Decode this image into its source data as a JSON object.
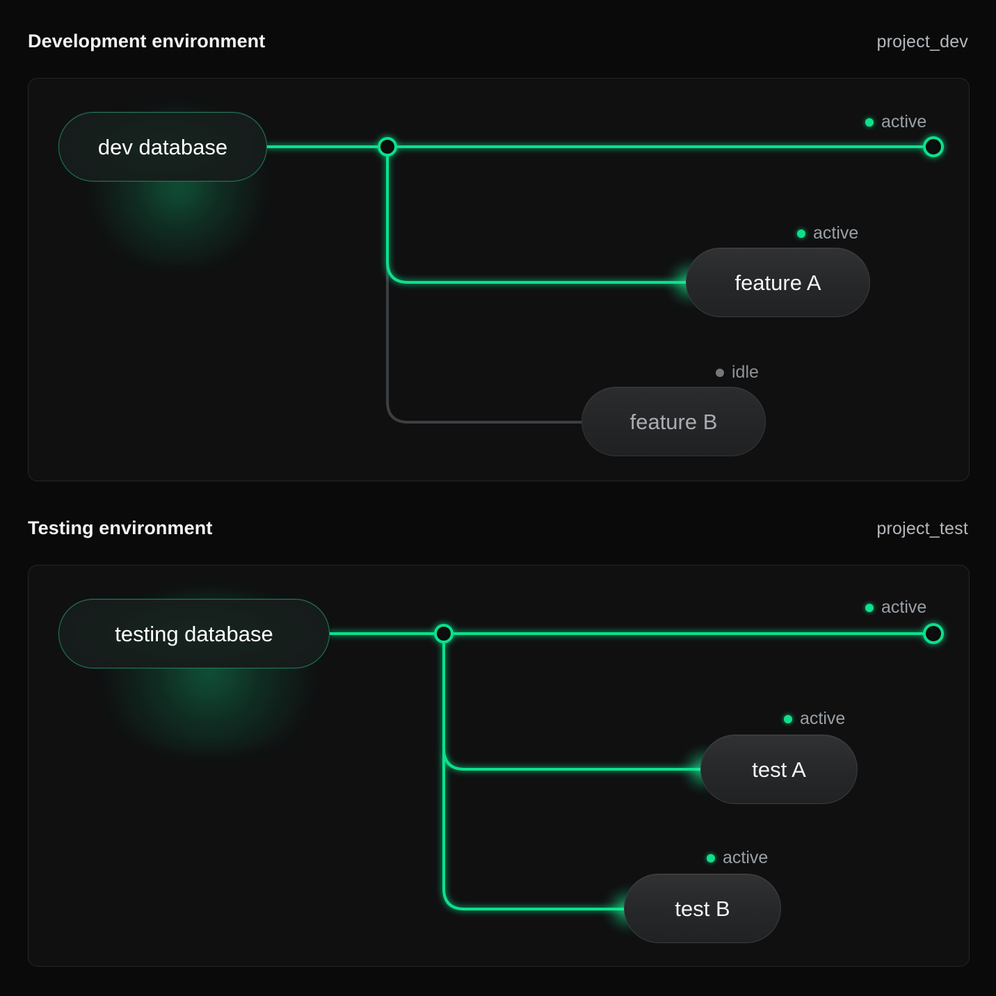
{
  "theme": {
    "background": "#0a0a0b",
    "panel_bg": "#101011",
    "panel_border": "#252628",
    "accent_green": "#10e08c",
    "idle_gray": "#3c3f42",
    "text_primary": "#f2f3f4",
    "text_muted": "#9aa0a5"
  },
  "sections": [
    {
      "title": "Development environment",
      "tag": "project_dev",
      "source": {
        "label": "dev database",
        "state": "active"
      },
      "bus": {
        "state": "active",
        "endpoint_status": {
          "label": "active",
          "state": "active"
        }
      },
      "targets": [
        {
          "label": "feature A",
          "status": {
            "label": "active",
            "state": "active"
          }
        },
        {
          "label": "feature B",
          "status": {
            "label": "idle",
            "state": "idle"
          }
        }
      ]
    },
    {
      "title": "Testing environment",
      "tag": "project_test",
      "source": {
        "label": "testing database",
        "state": "active"
      },
      "bus": {
        "state": "active",
        "endpoint_status": {
          "label": "active",
          "state": "active"
        }
      },
      "targets": [
        {
          "label": "test A",
          "status": {
            "label": "active",
            "state": "active"
          }
        },
        {
          "label": "test B",
          "status": {
            "label": "active",
            "state": "active"
          }
        }
      ]
    }
  ]
}
